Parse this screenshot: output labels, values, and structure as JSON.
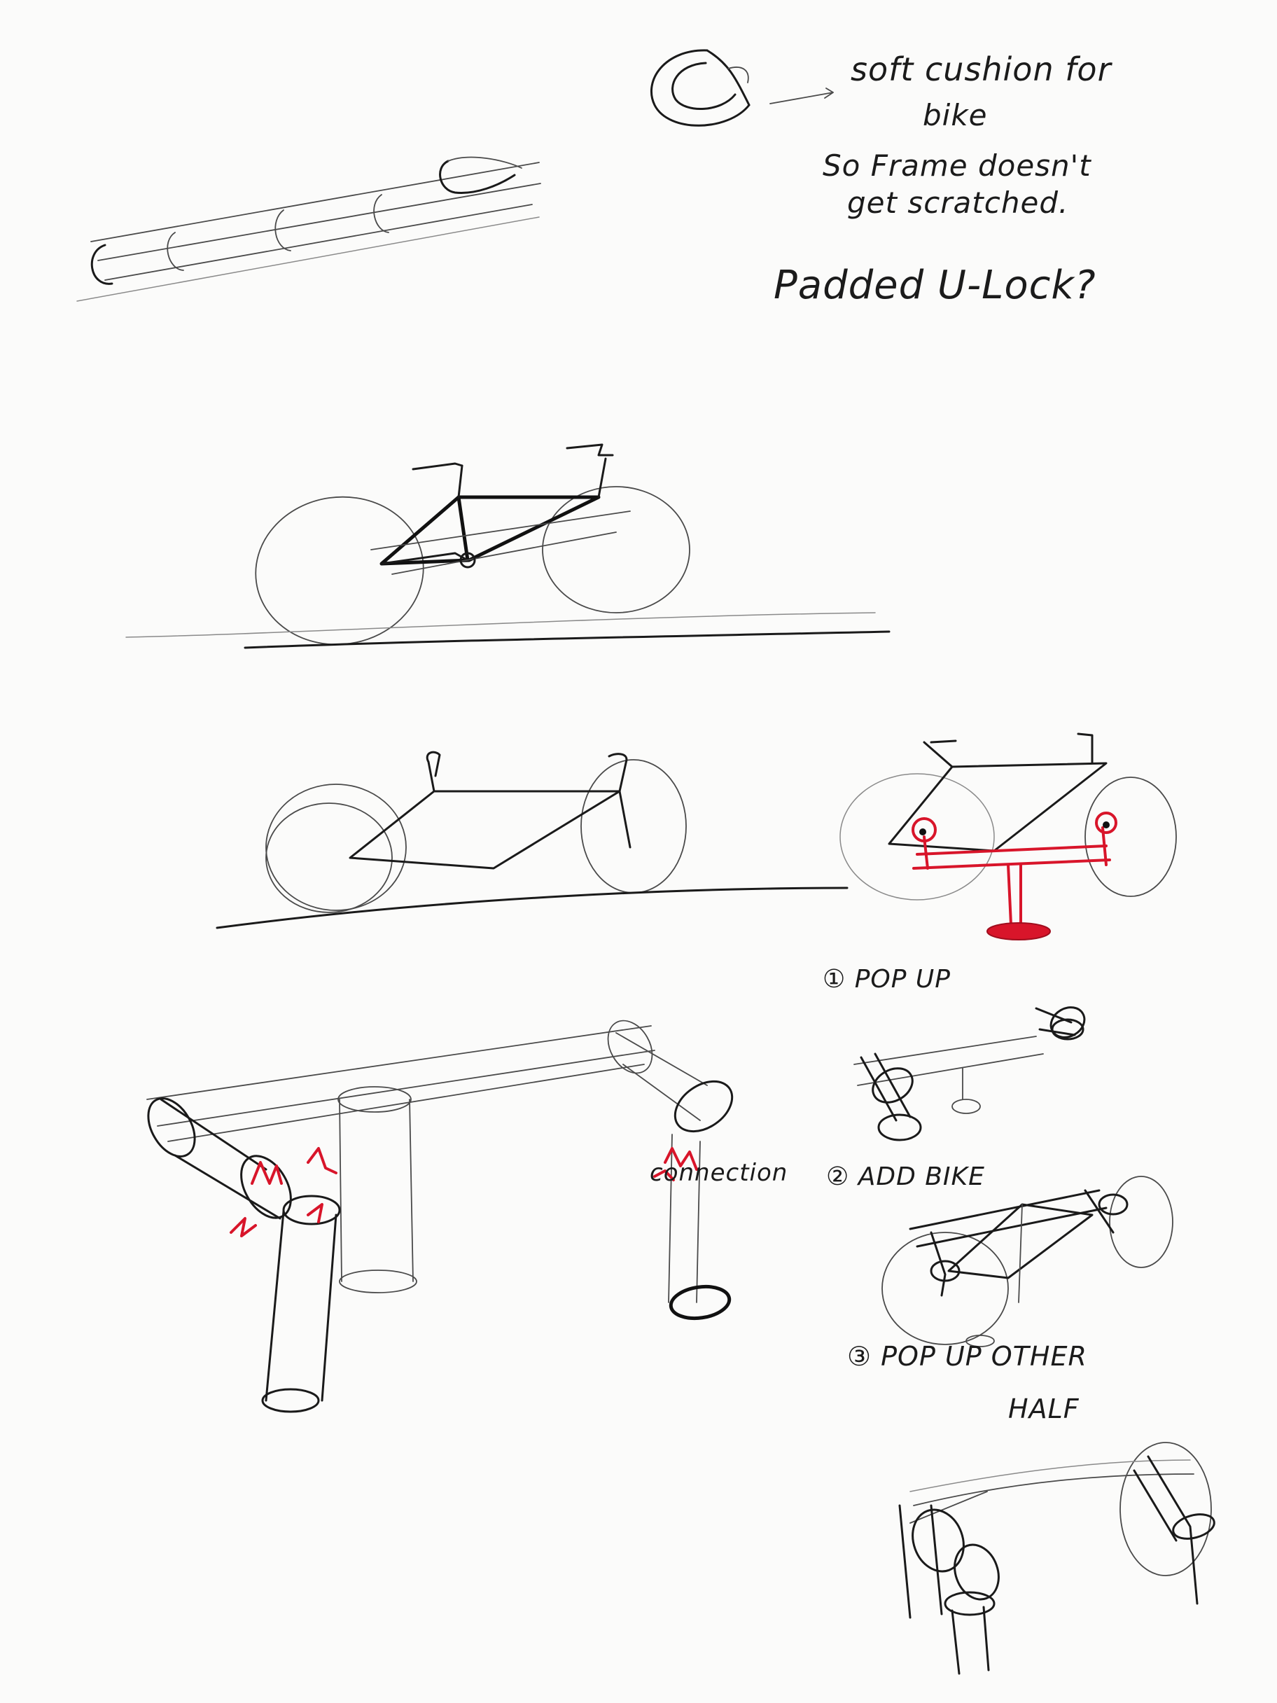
{
  "notes": {
    "cushion_line1": "soft cushion for",
    "cushion_line2": "bike",
    "cushion_line3": "So Frame doesn't",
    "cushion_line4": "get scratched.",
    "ulock": "Padded U-Lock?",
    "connection": "connection",
    "step1": "① POP UP",
    "step2": "② ADD BIKE",
    "step3_line1": "③ POP UP OTHER",
    "step3_line2": "HALF"
  },
  "colors": {
    "ink": "#1a1a1a",
    "accent_red": "#d8152a",
    "paper": "#fbfbfa"
  }
}
